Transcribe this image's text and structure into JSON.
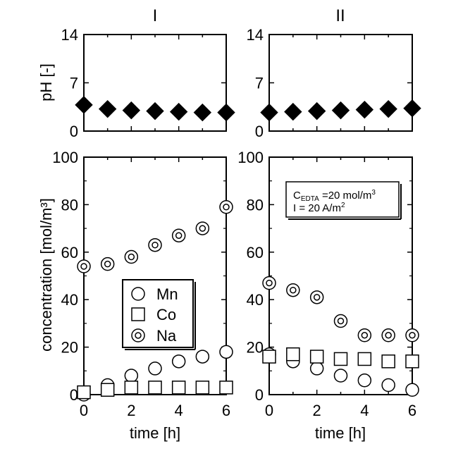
{
  "panels": [
    {
      "id": "I",
      "title": "I"
    },
    {
      "id": "II",
      "title": "II"
    }
  ],
  "ph_axis": {
    "ylabel": "pH [-]",
    "ylim": [
      0,
      14
    ],
    "yticks": [
      "0",
      "7",
      "14"
    ]
  },
  "conc_axis": {
    "ylabel": "concentration [mol/m³]",
    "ylim": [
      0,
      100
    ],
    "yticks": [
      "0",
      "20",
      "40",
      "60",
      "80",
      "100"
    ]
  },
  "time_axis": {
    "xlabel": "time [h]",
    "xlim": [
      0,
      6
    ],
    "xticks": [
      "0",
      "2",
      "4",
      "6"
    ]
  },
  "legend": [
    {
      "label": "Mn",
      "marker": "circle"
    },
    {
      "label": "Co",
      "marker": "square"
    },
    {
      "label": "Na",
      "marker": "double-circle"
    }
  ],
  "annotation_II": {
    "line1_prefix": "C",
    "line1_sub": "EDTA",
    "line1_mid": " =20 mol/m",
    "line1_sup": "3",
    "line2_prefix": "I = 20 A/m",
    "line2_sup": "2"
  },
  "chart_data": [
    {
      "type": "scatter",
      "panel": "I-pH",
      "xlabel": "",
      "ylabel": "pH [-]",
      "xlim": [
        0,
        6
      ],
      "ylim": [
        0,
        14
      ],
      "series": [
        {
          "marker": "filled-diamond",
          "x": [
            0,
            1,
            2,
            3,
            4,
            5,
            6
          ],
          "y": [
            3.8,
            3.2,
            3.0,
            2.9,
            2.8,
            2.7,
            2.7
          ]
        }
      ]
    },
    {
      "type": "scatter",
      "panel": "II-pH",
      "xlabel": "",
      "ylabel": "",
      "xlim": [
        0,
        6
      ],
      "ylim": [
        0,
        14
      ],
      "series": [
        {
          "marker": "filled-diamond",
          "x": [
            0,
            1,
            2,
            3,
            4,
            5,
            6
          ],
          "y": [
            2.7,
            2.8,
            2.9,
            3.0,
            3.1,
            3.2,
            3.3
          ]
        }
      ]
    },
    {
      "type": "scatter",
      "panel": "I-concentration",
      "xlabel": "time [h]",
      "ylabel": "concentration [mol/m³]",
      "xlim": [
        0,
        6
      ],
      "ylim": [
        0,
        100
      ],
      "series": [
        {
          "name": "Mn",
          "marker": "circle",
          "x": [
            0,
            1,
            2,
            3,
            4,
            5,
            6
          ],
          "y": [
            0,
            4,
            8,
            11,
            14,
            16,
            18
          ]
        },
        {
          "name": "Co",
          "marker": "square",
          "x": [
            0,
            1,
            2,
            3,
            4,
            5,
            6
          ],
          "y": [
            1,
            2,
            3,
            3,
            3,
            3,
            3
          ]
        },
        {
          "name": "Na",
          "marker": "double-circle",
          "x": [
            0,
            1,
            2,
            3,
            4,
            5,
            6
          ],
          "y": [
            54,
            55,
            58,
            63,
            67,
            70,
            79
          ]
        }
      ]
    },
    {
      "type": "scatter",
      "panel": "II-concentration",
      "xlabel": "time [h]",
      "ylabel": "",
      "xlim": [
        0,
        6
      ],
      "ylim": [
        0,
        100
      ],
      "series": [
        {
          "name": "Mn",
          "marker": "circle",
          "x": [
            0,
            1,
            2,
            3,
            4,
            5,
            6
          ],
          "y": [
            17,
            14,
            11,
            8,
            6,
            4,
            2
          ]
        },
        {
          "name": "Co",
          "marker": "square",
          "x": [
            0,
            1,
            2,
            3,
            4,
            5,
            6
          ],
          "y": [
            16,
            17,
            16,
            15,
            15,
            14,
            14
          ]
        },
        {
          "name": "Na",
          "marker": "double-circle",
          "x": [
            0,
            1,
            2,
            3,
            4,
            5,
            6
          ],
          "y": [
            47,
            44,
            41,
            31,
            25,
            25,
            25
          ]
        }
      ]
    }
  ]
}
